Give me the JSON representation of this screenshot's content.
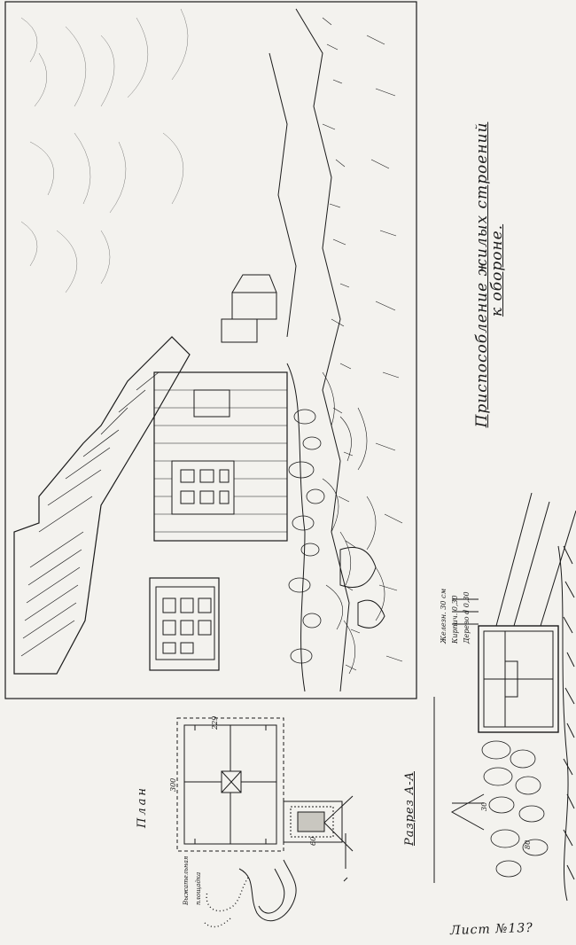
{
  "sheet": {
    "title_line_1": "Приспособление жилых строений",
    "title_line_2": "к обороне.",
    "sheet_number": "Лист №13?"
  },
  "plan": {
    "label": "План",
    "dimension_width": "300",
    "dimension_right": "229",
    "dimension_bottom": "60",
    "site_label_1": "Выжательная",
    "site_label_2": "площадка"
  },
  "section": {
    "label": "Разрез A-A",
    "legend_1": "Железн. 30 см",
    "legend_2": "Кирпич. 0,30",
    "legend_3": "Дерево d 0,30",
    "dimension_30": "30",
    "dimension_80": "80"
  },
  "colors": {
    "paper": "#f3f2ee",
    "ink": "#1b1b1b"
  }
}
